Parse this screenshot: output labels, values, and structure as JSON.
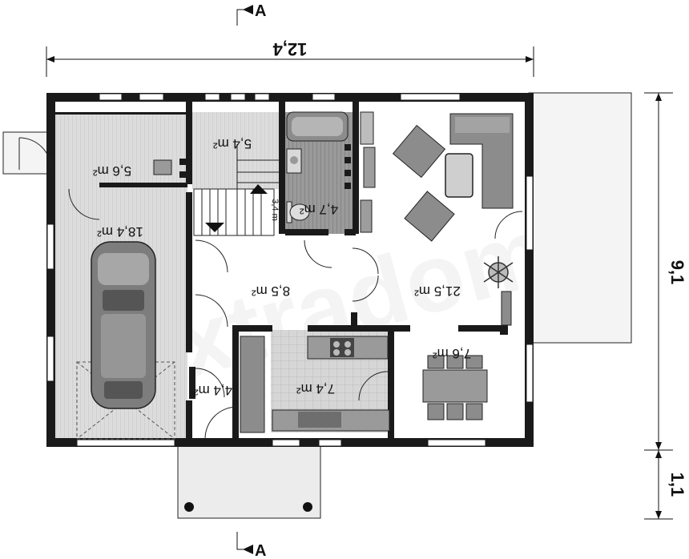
{
  "section_marks": {
    "top": "A",
    "bottom": "A"
  },
  "dimensions": {
    "width": "12,4",
    "depth": "9,1",
    "porch_depth": "1,1"
  },
  "rooms": [
    {
      "id": "vestibule",
      "area": "5,6 m²"
    },
    {
      "id": "garage",
      "area": "18,4 m²"
    },
    {
      "id": "stairs",
      "area": "5,4 m²"
    },
    {
      "id": "bathroom",
      "area": "4,7 m²"
    },
    {
      "id": "hall",
      "area": "8,5 m²"
    },
    {
      "id": "living",
      "area": "21,5 m²"
    },
    {
      "id": "wc",
      "area": "4,4 m²"
    },
    {
      "id": "kitchen",
      "area": "7,4 m²"
    },
    {
      "id": "dining",
      "area": "7,6 m²"
    }
  ],
  "stair_steps_label": "3,4 m",
  "watermark": "extradom",
  "colors": {
    "wall": "#1a1a1a",
    "garage_floor": "#d9d9d9",
    "bath_floor": "#9a9a9a",
    "kitchen_floor": "#cfcfcf",
    "furniture": "#8c8c8c",
    "terrace": "#f4f4f4"
  }
}
